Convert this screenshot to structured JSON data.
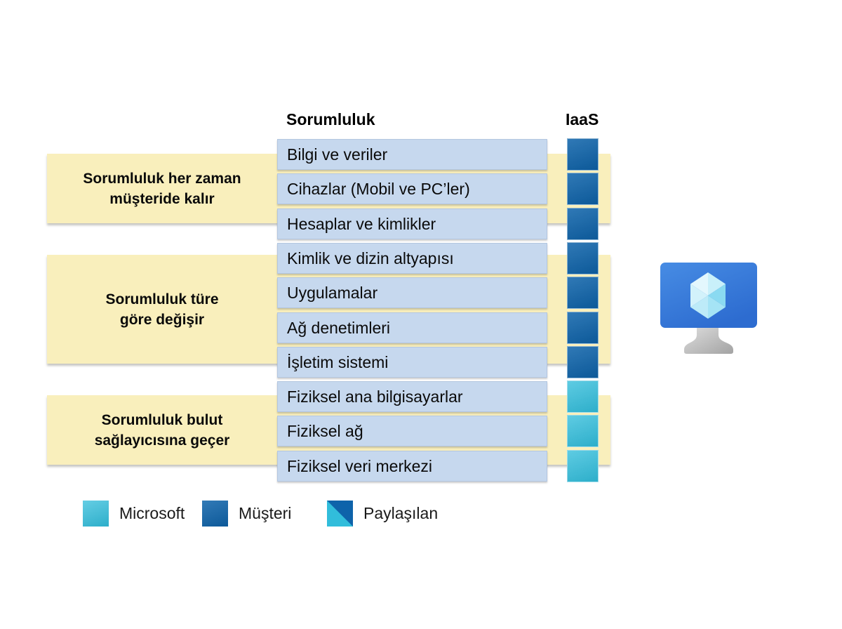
{
  "header": {
    "responsibility_label": "Sorumluluk",
    "service_model_label": "IaaS"
  },
  "groups": [
    {
      "label": "Sorumluluk her zaman\nmüşteride kalır"
    },
    {
      "label": "Sorumluluk türe\ngöre değişir"
    },
    {
      "label": "Sorumluluk bulut\nsağlayıcısına geçer"
    }
  ],
  "rows": [
    {
      "label": "Bilgi ve veriler",
      "iaas": "customer"
    },
    {
      "label": "Cihazlar (Mobil ve PC’ler)",
      "iaas": "customer"
    },
    {
      "label": "Hesaplar ve kimlikler",
      "iaas": "customer"
    },
    {
      "label": "Kimlik ve dizin altyapısı",
      "iaas": "customer"
    },
    {
      "label": "Uygulamalar",
      "iaas": "customer"
    },
    {
      "label": "Ağ denetimleri",
      "iaas": "customer"
    },
    {
      "label": "İşletim sistemi",
      "iaas": "customer"
    },
    {
      "label": "Fiziksel ana bilgisayarlar",
      "iaas": "microsoft"
    },
    {
      "label": "Fiziksel ağ",
      "iaas": "microsoft"
    },
    {
      "label": "Fiziksel veri merkezi",
      "iaas": "microsoft"
    }
  ],
  "legend": [
    {
      "label": "Microsoft",
      "type": "microsoft"
    },
    {
      "label": "Müşteri",
      "type": "customer"
    },
    {
      "label": "Paylaşılan",
      "type": "shared"
    }
  ],
  "icon": {
    "name": "virtual-machine-monitor"
  },
  "colors": {
    "microsoft": "#31bddb",
    "customer": "#0e63aa",
    "row_fill": "#c6d8ee",
    "group_fill": "#f9efbc"
  }
}
